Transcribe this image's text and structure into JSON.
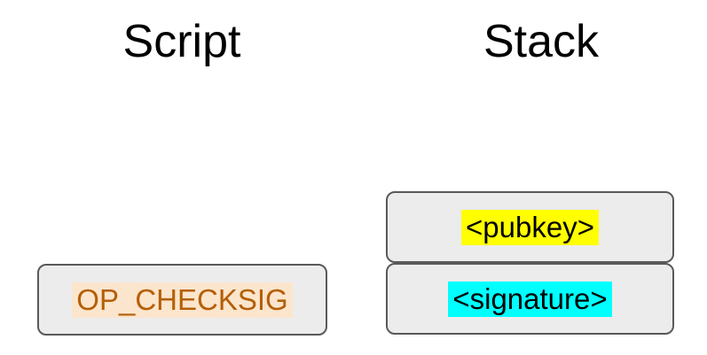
{
  "headers": {
    "script": "Script",
    "stack": "Stack"
  },
  "script_column": {
    "items": [
      {
        "label": "OP_CHECKSIG",
        "text_color": "#b45f06",
        "highlight": "#fce5cd"
      }
    ]
  },
  "stack_column": {
    "items": [
      {
        "label": "<pubkey>",
        "text_color": "#000000",
        "highlight": "#ffff00"
      },
      {
        "label": "<signature>",
        "text_color": "#000000",
        "highlight": "#00ffff"
      }
    ]
  },
  "colors": {
    "background": "#ffffff",
    "box_fill": "#ececec",
    "box_border": "#595959"
  }
}
